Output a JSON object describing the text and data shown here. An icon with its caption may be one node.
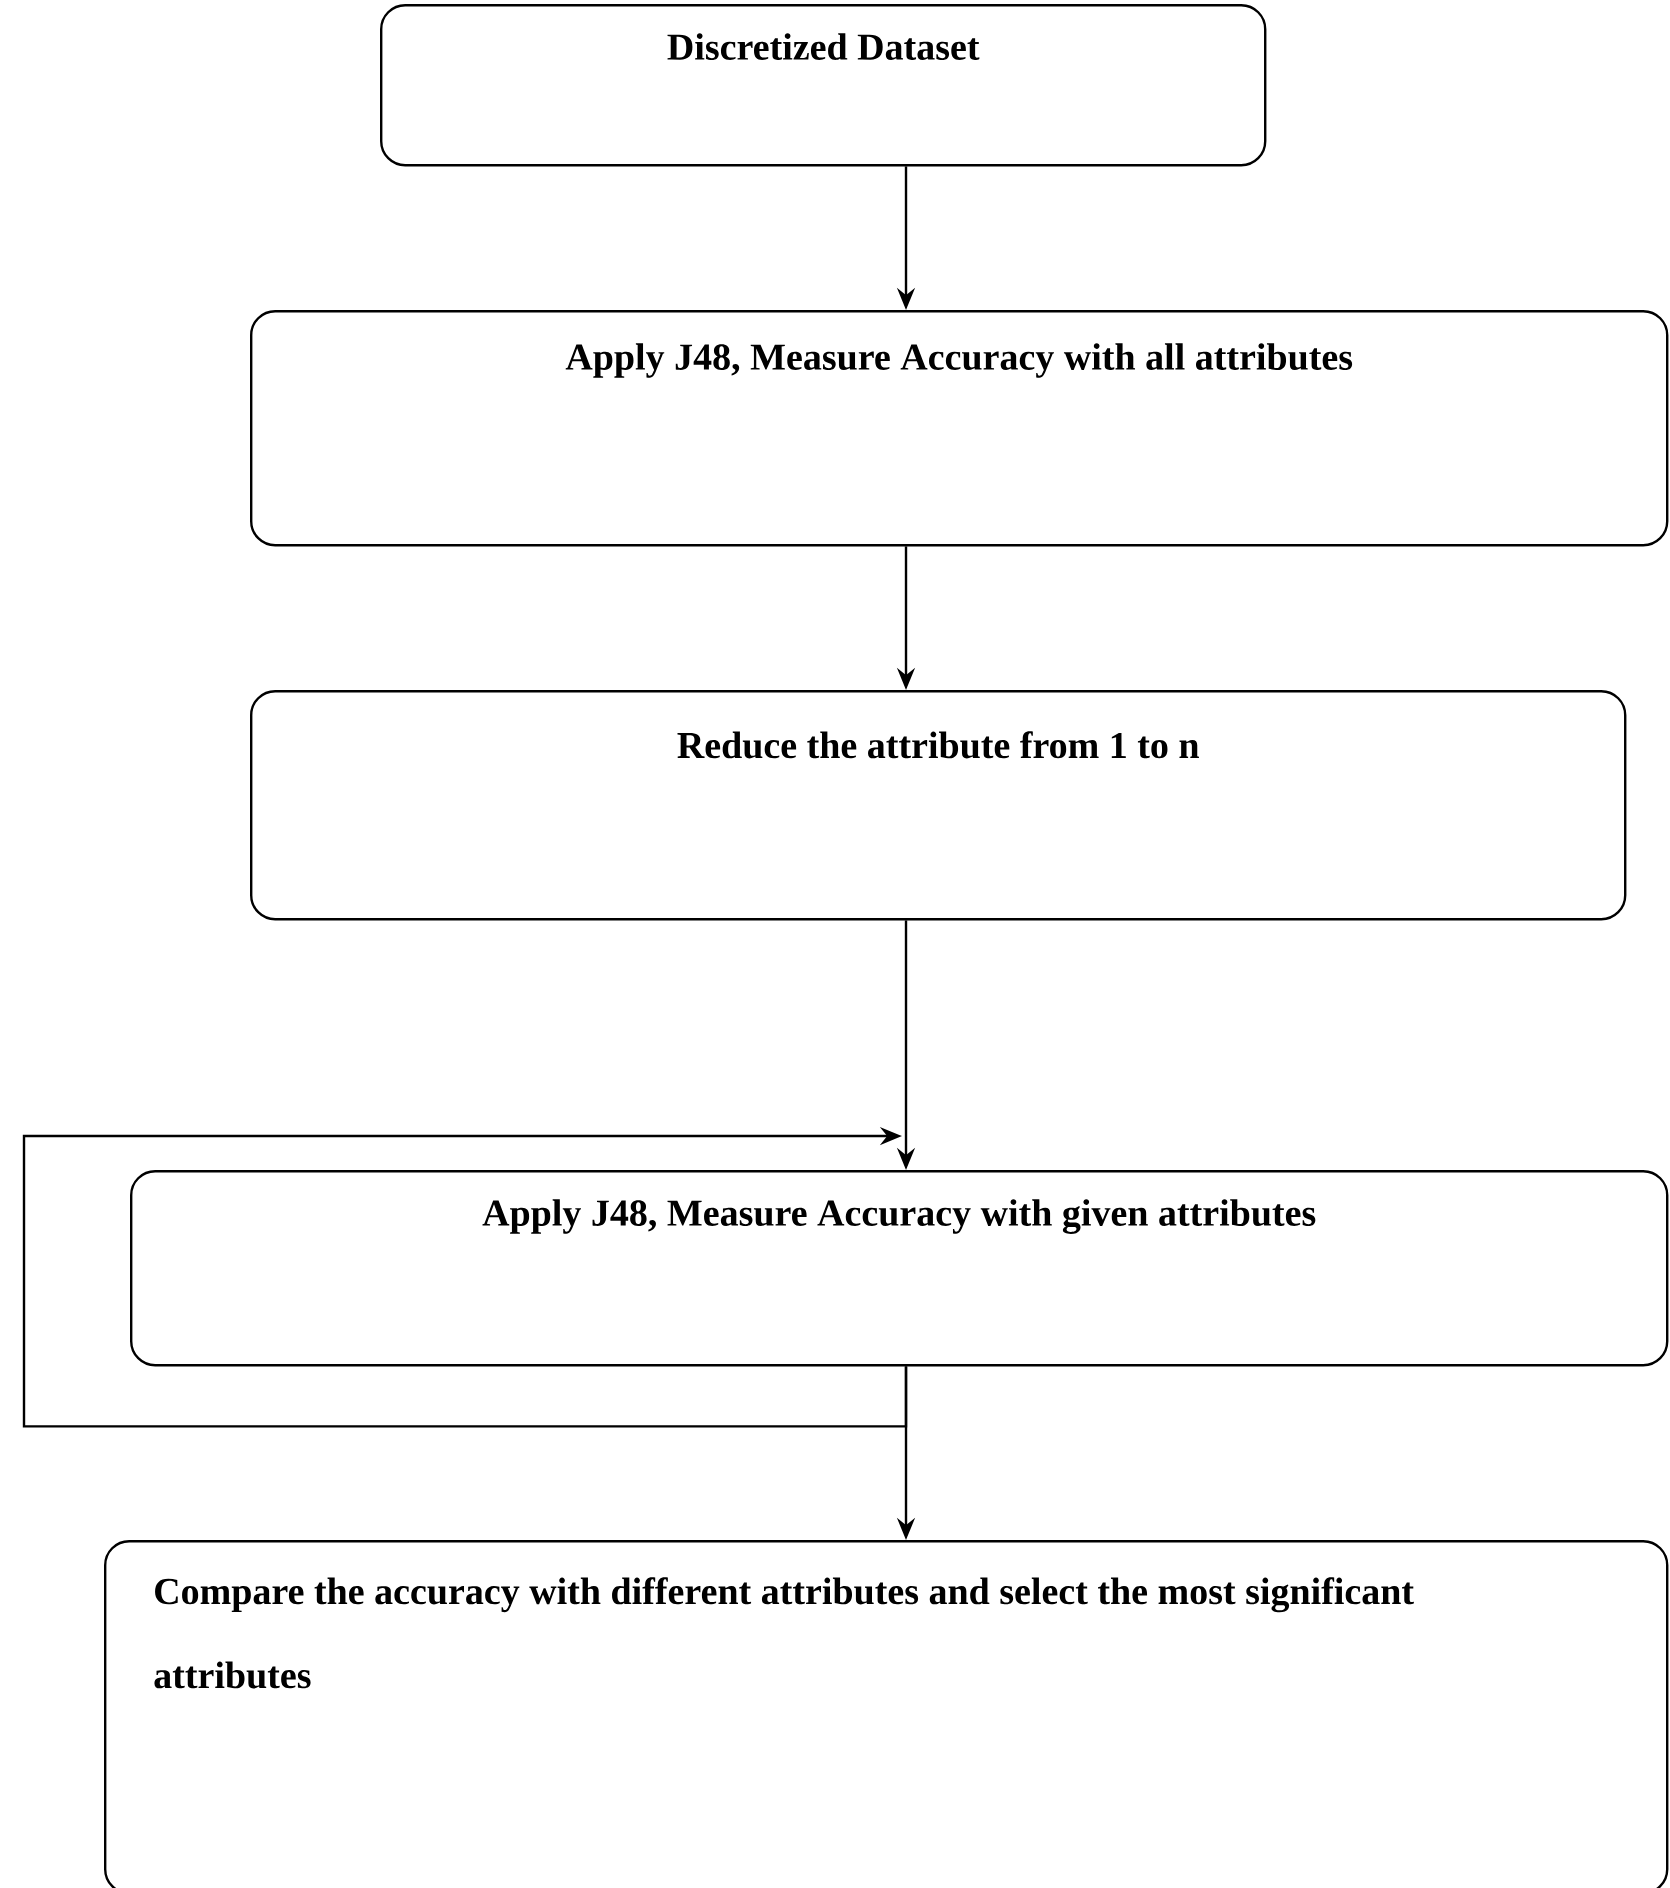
{
  "diagram": {
    "nodes": [
      {
        "text": [
          "Discretized Dataset"
        ]
      },
      {
        "text": [
          "Apply J48, Measure Accuracy with all attributes"
        ]
      },
      {
        "text": [
          "Reduce the attribute from 1 to n"
        ]
      },
      {
        "text": [
          "Apply J48, Measure Accuracy with given attributes"
        ]
      },
      {
        "text": [
          "Compare the accuracy with different attributes and select the most significant attributes"
        ]
      }
    ],
    "edges": [
      {
        "from": 0,
        "to": 1,
        "arrow": "to"
      },
      {
        "from": 1,
        "to": 2,
        "arrow": "to"
      },
      {
        "from": 2,
        "to": 3,
        "arrow": "to"
      },
      {
        "from": 3,
        "to": 3,
        "arrow": "to"
      },
      {
        "from": 3,
        "to": 4,
        "arrow": "to"
      }
    ]
  }
}
